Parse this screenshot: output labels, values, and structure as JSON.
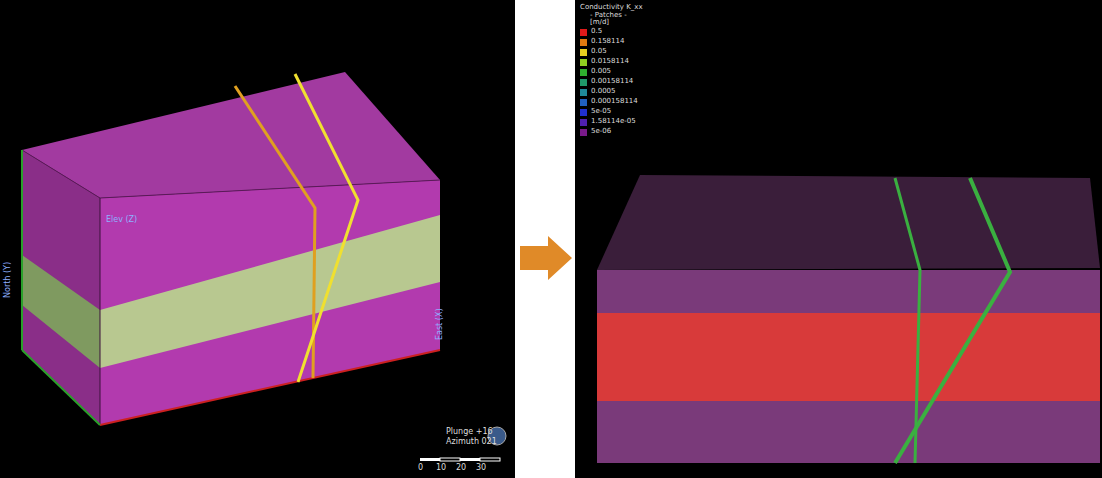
{
  "diagram": {
    "labels": [
      "Elev (Z)",
      "North (Y)",
      "East (X)",
      "Plunge +16",
      "Azimuth 021",
      "0",
      "10",
      "20",
      "30",
      "Conductivity K_xx",
      "- Patches -",
      "[m/d]"
    ],
    "legend": [
      {
        "text": "0.5",
        "color": "#e01a1a"
      },
      {
        "text": "0.158114",
        "color": "#e07a10"
      },
      {
        "text": "0.05",
        "color": "#e8d020"
      },
      {
        "text": "0.0158114",
        "color": "#8fd020"
      },
      {
        "text": "0.005",
        "color": "#2fb02f"
      },
      {
        "text": "0.00158114",
        "color": "#1f9a6a"
      },
      {
        "text": "0.0005",
        "color": "#1f8a9a"
      },
      {
        "text": "0.000158114",
        "color": "#2060c0"
      },
      {
        "text": "5e-05",
        "color": "#2030d0"
      },
      {
        "text": "1.58114e-05",
        "color": "#5020b0"
      },
      {
        "text": "5e-06",
        "color": "#7a1a8a"
      }
    ]
  }
}
